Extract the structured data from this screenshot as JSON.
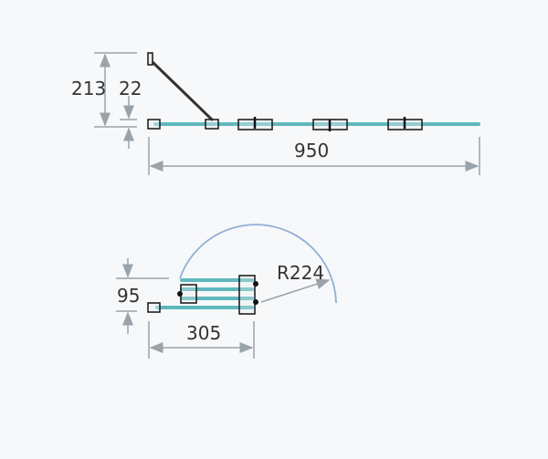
{
  "open_view": {
    "height_label": "213",
    "offset_label": "22",
    "width_label": "950"
  },
  "folded_view": {
    "depth_label": "95",
    "width_label": "305",
    "radius_label": "R224"
  },
  "colors": {
    "glass": "#5fb8bd",
    "dimension": "#9aa3aa",
    "arc": "#8fb0d6"
  }
}
